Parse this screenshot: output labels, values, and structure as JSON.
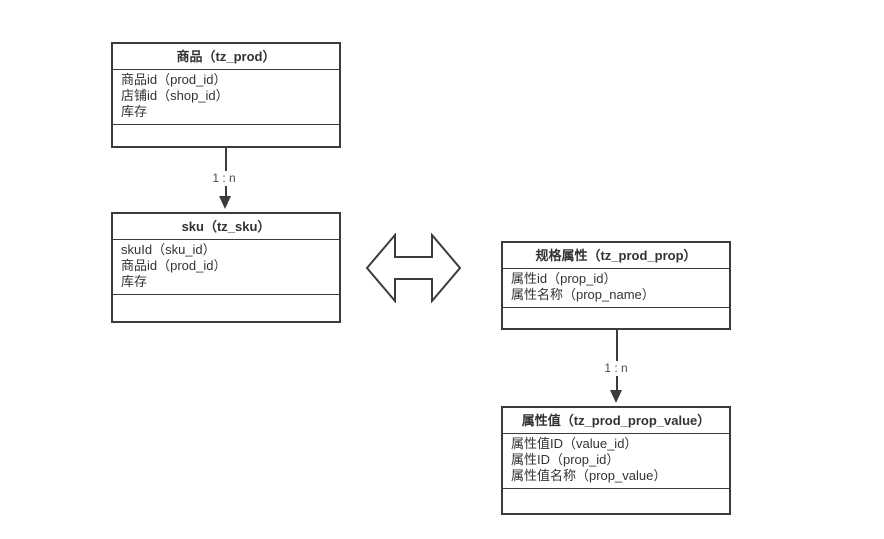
{
  "diagram": {
    "type": "entity-relationship",
    "background": "#ffffff",
    "colors": {
      "box_border": "#3b3b3b",
      "box_fill": "#ffffff",
      "text": "#333333",
      "connector": "#3b3b3b",
      "connector_label": "#4d4d4d"
    },
    "entities": [
      {
        "title": "商品（tz_prod）",
        "fields": [
          "商品id（prod_id）",
          "店铺id（shop_id）",
          "库存"
        ]
      },
      {
        "title": "sku（tz_sku）",
        "fields": [
          "skuId（sku_id）",
          "商品id（prod_id）",
          "库存"
        ]
      },
      {
        "title": "规格属性（tz_prod_prop）",
        "fields": [
          "属性id（prop_id）",
          "属性名称（prop_name）"
        ]
      },
      {
        "title": "属性值（tz_prod_prop_value）",
        "fields": [
          "属性值ID（value_id）",
          "属性ID（prop_id）",
          "属性值名称（prop_value）"
        ]
      }
    ],
    "connectors": [
      {
        "from": "商品（tz_prod）",
        "to": "sku（tz_sku）",
        "label": "1 : n",
        "direction": "down"
      },
      {
        "from": "规格属性（tz_prod_prop）",
        "to": "属性值（tz_prod_prop_value）",
        "label": "1 : n",
        "direction": "down"
      }
    ],
    "bidirectional_arrow": {
      "between": [
        "sku（tz_sku）",
        "规格属性（tz_prod_prop）"
      ],
      "style": "outlined double-headed horizontal arrow"
    }
  }
}
